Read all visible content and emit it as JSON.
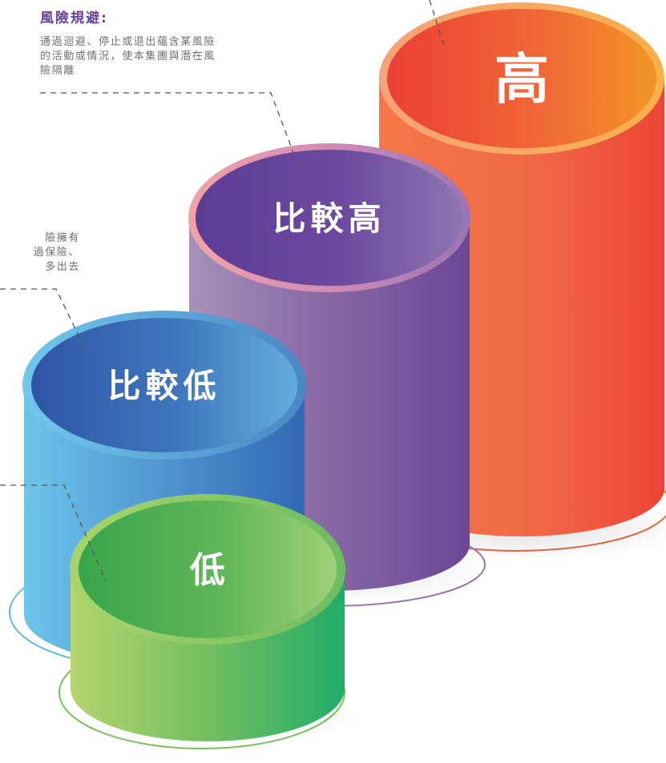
{
  "sections": {
    "risk_avoidance": {
      "title": "風險規避:",
      "description": "通過迴避、停止或退出蘊含某風險\n的活動或情況，使本集團與潛在風\n險隔離"
    },
    "risk_transfer": {
      "description": "險擁有\n過保險、\n多出去"
    }
  },
  "levels": {
    "high": "高",
    "higher": "比較高",
    "lower": "比較低",
    "low": "低"
  },
  "colors": {
    "title": "#6a3f9a",
    "body_text": "#6e6f73",
    "leader_line": "#555555",
    "high_top": "#ef5a35",
    "high_side": "#f05a3c",
    "higher_top": "#6a4498",
    "higher_side": "#7c5aa2",
    "lower_top": "#3f73b8",
    "lower_side": "#4f93cf",
    "low_top": "#4fb05a",
    "low_side": "#74c05c"
  }
}
